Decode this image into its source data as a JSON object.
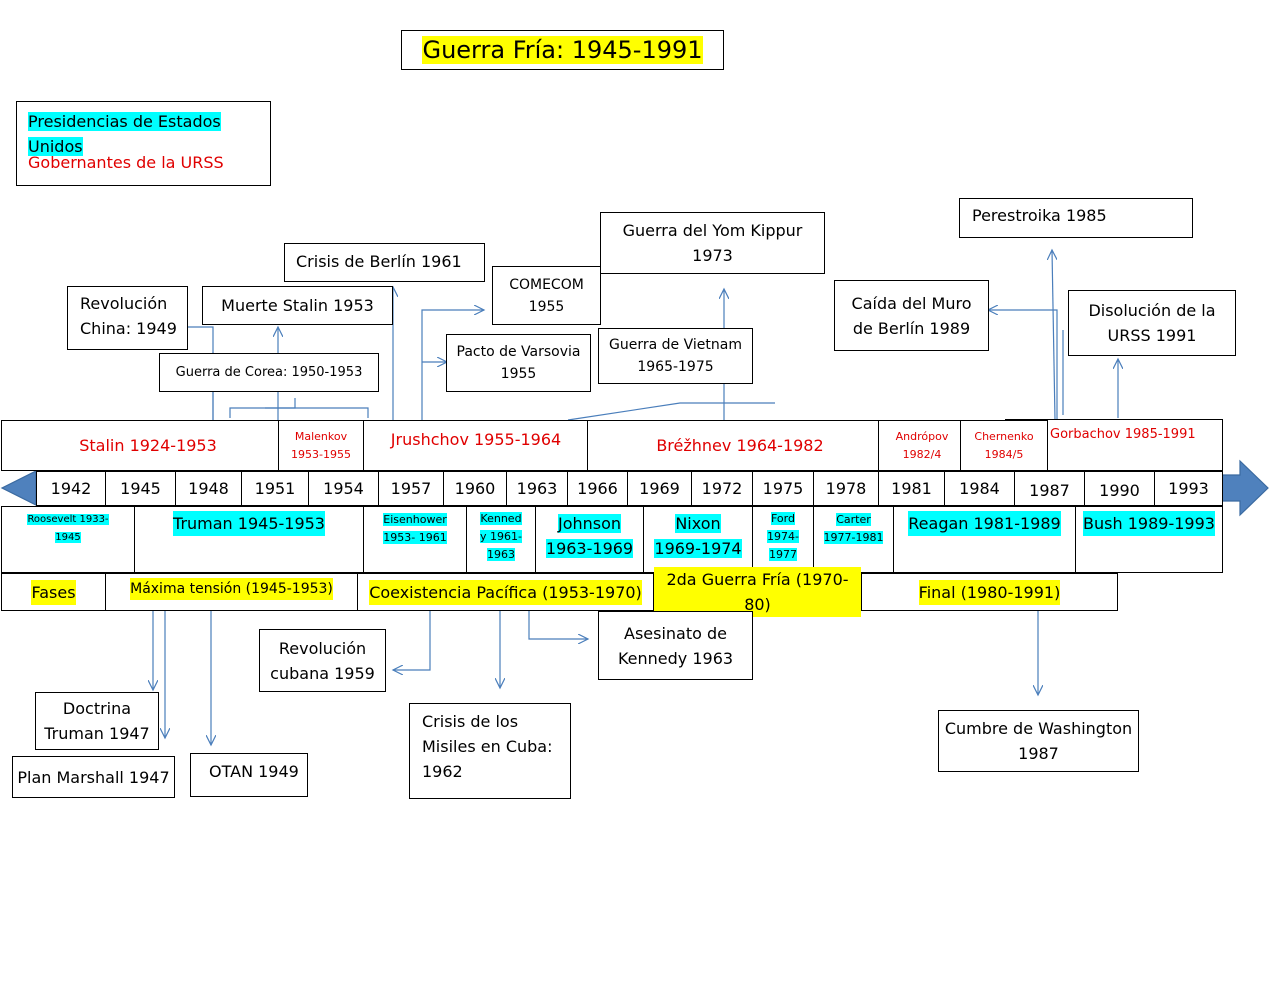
{
  "title": "Guerra Fría: 1945-1991",
  "legend": {
    "us": "Presidencias de Estados Unidos",
    "ussr": "Gobernantes de la URSS"
  },
  "events_top": {
    "revolucion_china": [
      "Revolución",
      "China: 1949"
    ],
    "muerte_stalin": "Muerte Stalin 1953",
    "crisis_berlin": "Crisis de Berlín 1961",
    "guerra_corea": "Guerra de Corea: 1950-1953",
    "comecom": [
      "COMECOM",
      "1955"
    ],
    "pacto_varsovia": [
      "Pacto de Varsovia",
      "1955"
    ],
    "yom_kippur": [
      "Guerra del Yom Kippur",
      "1973"
    ],
    "vietnam": [
      "Guerra de Vietnam",
      "1965-1975"
    ],
    "muro_berlin": [
      "Caída del Muro",
      "de Berlín 1989"
    ],
    "perestroika": "Perestroika 1985",
    "disolucion": [
      "Disolución de la",
      "URSS 1991"
    ]
  },
  "ussr_leaders": {
    "stalin": "Stalin 1924-1953",
    "malenkov": [
      "Malenkov",
      "1953-1955"
    ],
    "jrushchov": "Jrushchov 1955-1964",
    "brezhnev": "Bréžhnev 1964-1982",
    "andropov": [
      "Andrópov",
      "1982/4"
    ],
    "chernenko": [
      "Chernenko",
      "1984/5"
    ],
    "gorbachov": "Gorbachov 1985-1991"
  },
  "years": [
    "1942",
    "1945",
    "1948",
    "1951",
    "1954",
    "1957",
    "1960",
    "1963",
    "1966",
    "1969",
    "1972",
    "1975",
    "1978",
    "1981",
    "1984",
    "1987",
    "1990",
    "1993"
  ],
  "us_presidents": {
    "roosevelt": [
      "Roosevelt 1933-",
      "1945"
    ],
    "truman": "Truman 1945-1953",
    "eisenhower": [
      "Eisenhower",
      "1953- 1961"
    ],
    "kennedy": [
      "Kenned",
      "y 1961-",
      "1963"
    ],
    "johnson": [
      "Johnson",
      "1963-1969"
    ],
    "nixon": [
      "Nixon",
      "1969-1974"
    ],
    "ford": [
      "Ford",
      "1974-",
      "1977"
    ],
    "carter": [
      "Carter",
      "1977-1981"
    ],
    "reagan": "Reagan 1981-1989",
    "bush": "Bush 1989-1993"
  },
  "phases": {
    "label": "Fases",
    "maxima": "Máxima tensión (1945-1953)",
    "coexistencia": "Coexistencia Pacífica (1953-1970)",
    "segunda": "2da Guerra Fría (1970-80)",
    "final": "Final (1980-1991)"
  },
  "events_bottom": {
    "revolucion_cubana": [
      "Revolución",
      "cubana 1959"
    ],
    "asesinato_kennedy": [
      "Asesinato de",
      "Kennedy 1963"
    ],
    "doctrina_truman": [
      "Doctrina",
      "Truman 1947"
    ],
    "plan_marshall": "Plan Marshall 1947",
    "otan": "OTAN 1949",
    "crisis_misiles": [
      "Crisis de los",
      "Misiles en Cuba:",
      "1962"
    ],
    "cumbre_washington": [
      "Cumbre de Washington",
      "1987"
    ]
  },
  "colors": {
    "arrow": "#4a7ebb",
    "timeline_arrow": "#4f81bd",
    "highlight_yellow": "#ffff00",
    "highlight_cyan": "#00ffff",
    "ussr_red": "#e00000"
  }
}
